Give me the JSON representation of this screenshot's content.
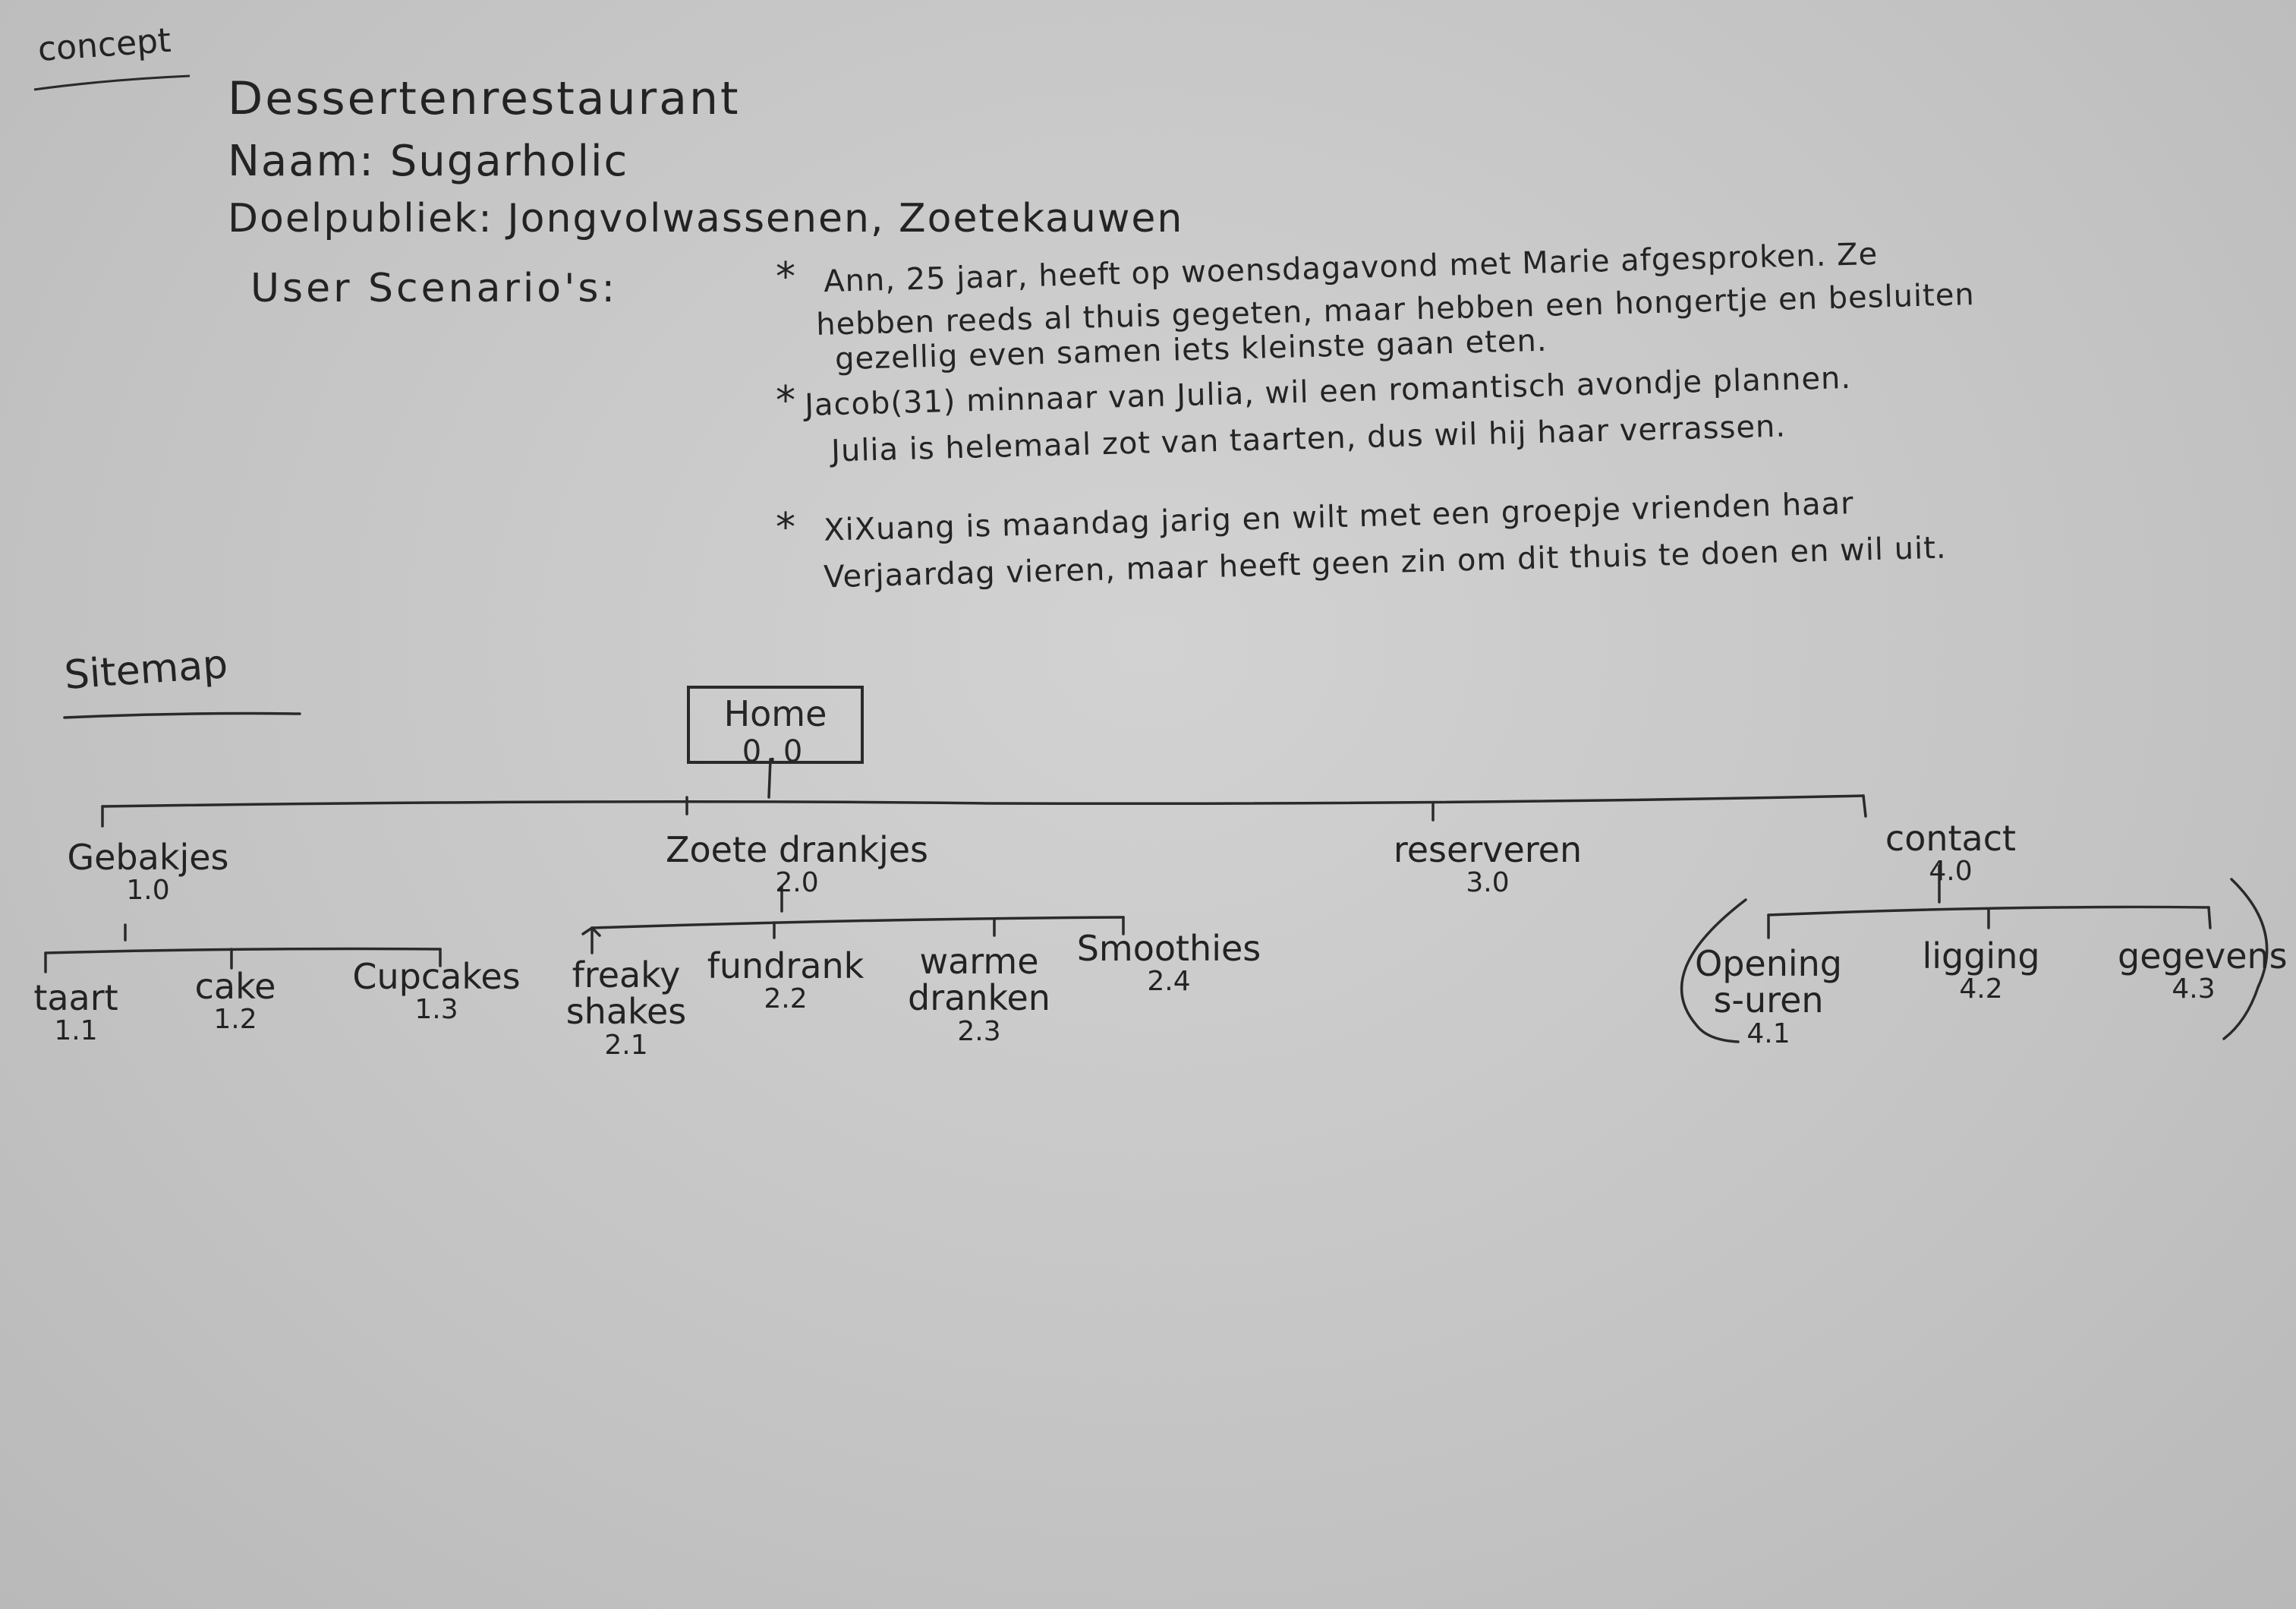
{
  "concept": {
    "label": "concept",
    "title": "Dessertenrestaurant",
    "naam": "Naam: Sugarholic",
    "doelpubliek": "Doelpubliek: Jongvolwassenen, Zoetekauwen",
    "user_scenarios_label": "User Scenario's:",
    "scenarios": [
      {
        "lines": [
          "Ann, 25 jaar, heeft op woensdagavond met Marie afgesproken. Ze",
          "hebben reeds al thuis gegeten, maar hebben een hongertje en besluiten",
          "gezellig even samen iets kleinste gaan eten."
        ]
      },
      {
        "lines": [
          "Jacob(31) minnaar van Julia, wil een romantisch avondje plannen.",
          "Julia is helemaal zot van taarten, dus wil hij haar verrassen."
        ]
      },
      {
        "lines": [
          "XiXuang is maandag jarig en wilt met een groepje vrienden haar",
          "Verjaardag vieren, maar heeft geen zin om dit thuis te doen en wil uit."
        ]
      }
    ]
  },
  "sitemap": {
    "label": "Sitemap",
    "home": {
      "label": "Home",
      "number": "0.0"
    },
    "sections": [
      {
        "label": "Gebakjes",
        "number": "1.0",
        "children": [
          {
            "label": "taart",
            "number": "1.1"
          },
          {
            "label": "cake",
            "number": "1.2"
          },
          {
            "label": "Cupcakes",
            "number": "1.3"
          }
        ]
      },
      {
        "label": "Zoete drankjes",
        "number": "2.0",
        "children": [
          {
            "label": "freaky shakes",
            "number": "2.1"
          },
          {
            "label": "fundrank",
            "number": "2.2"
          },
          {
            "label": "warme dranken",
            "number": "2.3"
          },
          {
            "label": "Smoothies",
            "number": "2.4"
          }
        ]
      },
      {
        "label": "reserveren",
        "number": "3.0",
        "children": []
      },
      {
        "label": "contact",
        "number": "4.0",
        "children": [
          {
            "label": "Openings-uren",
            "number": "4.1"
          },
          {
            "label": "ligging",
            "number": "4.2"
          },
          {
            "label": "gegevens",
            "number": "4.3"
          }
        ]
      }
    ]
  }
}
